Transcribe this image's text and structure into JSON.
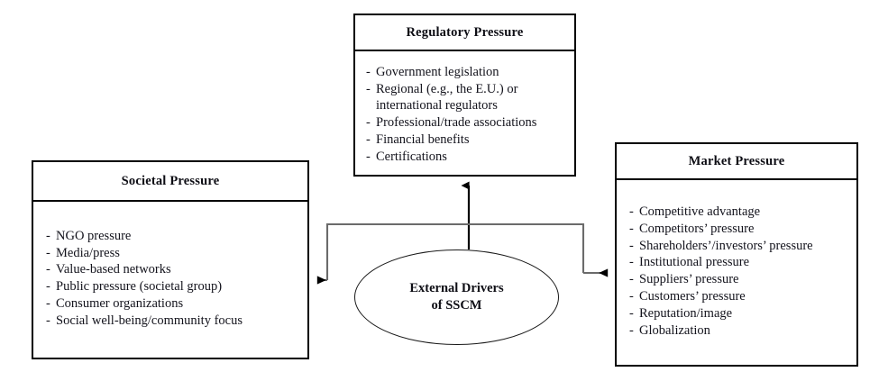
{
  "diagram": {
    "title": "External Drivers of SSCM",
    "center_node": {
      "name": "external-drivers-ellipse",
      "line1": "External Drivers",
      "line2": "of SSCM"
    },
    "boxes": [
      {
        "id": "regulatory",
        "title": "Regulatory Pressure",
        "bullet_marker": "-",
        "items": [
          "Government legislation",
          "Regional (e.g., the E.U.) or\ninternational regulators",
          "Professional/trade associations",
          "Financial benefits",
          "Certifications"
        ]
      },
      {
        "id": "societal",
        "title": "Societal Pressure",
        "bullet_marker": "-",
        "items": [
          "NGO pressure",
          "Media/press",
          "Value-based networks",
          "Public pressure (societal group)",
          "Consumer organizations",
          "Social well-being/community focus"
        ]
      },
      {
        "id": "market",
        "title": "Market Pressure",
        "bullet_marker": "-",
        "items": [
          "Competitive advantage",
          "Competitors’ pressure",
          "Shareholders’/investors’ pressure",
          "Institutional pressure",
          "Suppliers’ pressure",
          "Customers’ pressure",
          "Reputation/image",
          "Globalization"
        ]
      }
    ],
    "connectors": [
      {
        "name": "arrow-to-regulatory",
        "from": "external-drivers-ellipse",
        "to": "regulatory",
        "direction": "up"
      },
      {
        "name": "arrow-to-societal",
        "from": "external-drivers-ellipse",
        "to": "societal",
        "direction": "left"
      },
      {
        "name": "arrow-to-market",
        "from": "external-drivers-ellipse",
        "to": "market",
        "direction": "right"
      }
    ],
    "colors": {
      "background": "#ffffff",
      "border": "#000000",
      "text": "#13131c",
      "connector": "#5a5a5a",
      "arrow": "#000000"
    }
  }
}
